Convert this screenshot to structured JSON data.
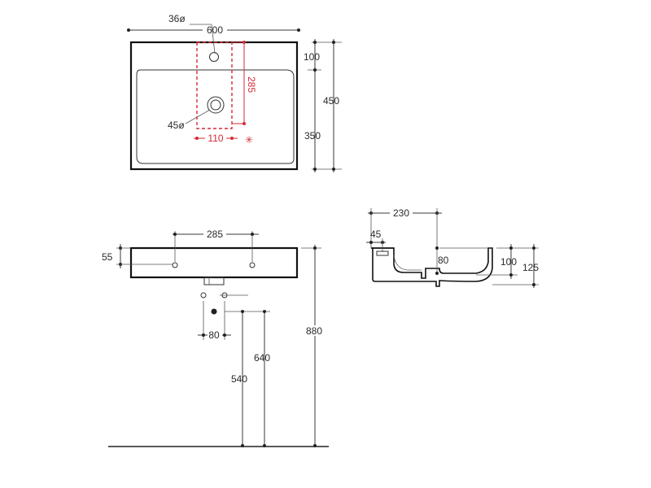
{
  "top_view": {
    "width_label": "600",
    "tap_hole_label": "36ø",
    "waste_label": "45ø",
    "depth_total_label": "450",
    "depth_back_label": "100",
    "depth_front_label": "350",
    "tap_to_waste_label": "285",
    "waste_offset_label": "110",
    "asterisk": "✳"
  },
  "front_view": {
    "fixing_spacing_label": "285",
    "fixing_height_label": "55",
    "supply_spacing_label": "80",
    "supply_height_label": "540",
    "waste_height_label": "640",
    "rim_height_label": "880"
  },
  "side_view": {
    "depth_label": "230",
    "back_wall_label": "45",
    "bowl_depth_label": "80",
    "inner_height_label": "100",
    "total_height_label": "125"
  },
  "colors": {
    "dimension_line": "#3a3a3a",
    "highlight": "#d42a36",
    "outline": "#111111"
  }
}
